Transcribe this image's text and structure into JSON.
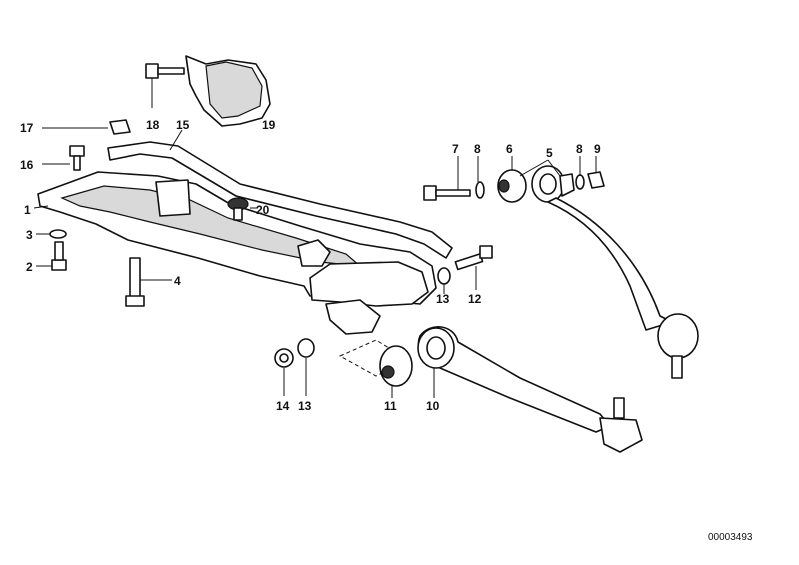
{
  "callouts": [
    {
      "id": "c1",
      "text": "1"
    },
    {
      "id": "c2",
      "text": "2"
    },
    {
      "id": "c3",
      "text": "3"
    },
    {
      "id": "c4",
      "text": "4"
    },
    {
      "id": "c5",
      "text": "5"
    },
    {
      "id": "c6",
      "text": "6"
    },
    {
      "id": "c7",
      "text": "7"
    },
    {
      "id": "c8a",
      "text": "8"
    },
    {
      "id": "c8b",
      "text": "8"
    },
    {
      "id": "c9",
      "text": "9"
    },
    {
      "id": "c10",
      "text": "10"
    },
    {
      "id": "c11",
      "text": "11"
    },
    {
      "id": "c12",
      "text": "12"
    },
    {
      "id": "c13a",
      "text": "13"
    },
    {
      "id": "c13b",
      "text": "13"
    },
    {
      "id": "c14",
      "text": "14"
    },
    {
      "id": "c15",
      "text": "15"
    },
    {
      "id": "c16",
      "text": "16"
    },
    {
      "id": "c17",
      "text": "17"
    },
    {
      "id": "c18",
      "text": "18"
    },
    {
      "id": "c19",
      "text": "19"
    },
    {
      "id": "c20",
      "text": "20"
    }
  ],
  "reference_number": "00003493"
}
